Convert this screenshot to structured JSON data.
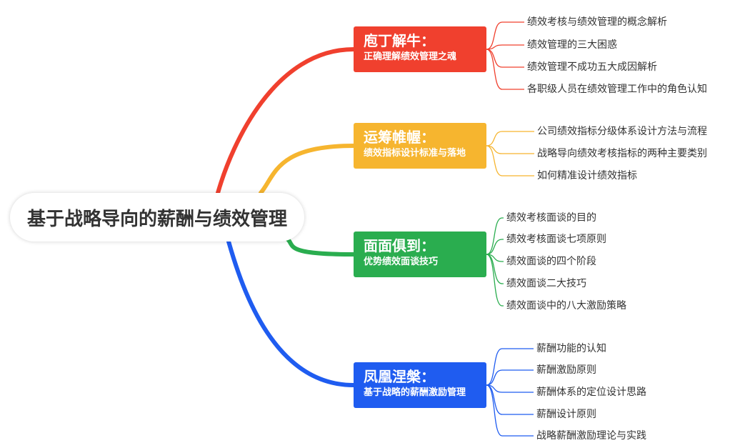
{
  "root": {
    "label": "基于战略导向的薪酬与绩效管理"
  },
  "branches": [
    {
      "color": "#f0402e",
      "title": "庖丁解牛：",
      "subtitle": "正确理解绩效管理之魂",
      "leaves": [
        "绩效考核与绩效管理的概念解析",
        "绩效管理的三大困惑",
        "绩效管理不成功五大成因解析",
        "各职级人员在绩效管理工作中的角色认知"
      ]
    },
    {
      "color": "#f6b52f",
      "title": "运筹帷幄：",
      "subtitle": "绩效指标设计标准与落地",
      "leaves": [
        "公司绩效指标分级体系设计方法与流程",
        "战略导向绩效考核指标的两种主要类别",
        "如何精准设计绩效指标"
      ]
    },
    {
      "color": "#2aad4f",
      "title": "面面俱到：",
      "subtitle": "优势绩效面谈技巧",
      "leaves": [
        "绩效考核面谈的目的",
        "绩效考核面谈七项原则",
        "绩效面谈的四个阶段",
        "绩效面谈二大技巧",
        "绩效面谈中的八大激励策略"
      ]
    },
    {
      "color": "#1f5cf0",
      "title": "凤凰涅槃：",
      "subtitle": "基于战略的薪酬激励管理",
      "leaves": [
        "薪酬功能的认知",
        "薪酬激励原则",
        "薪酬体系的定位设计思路",
        "薪酬设计原则",
        "战略薪酬激励理论与实践"
      ]
    }
  ]
}
